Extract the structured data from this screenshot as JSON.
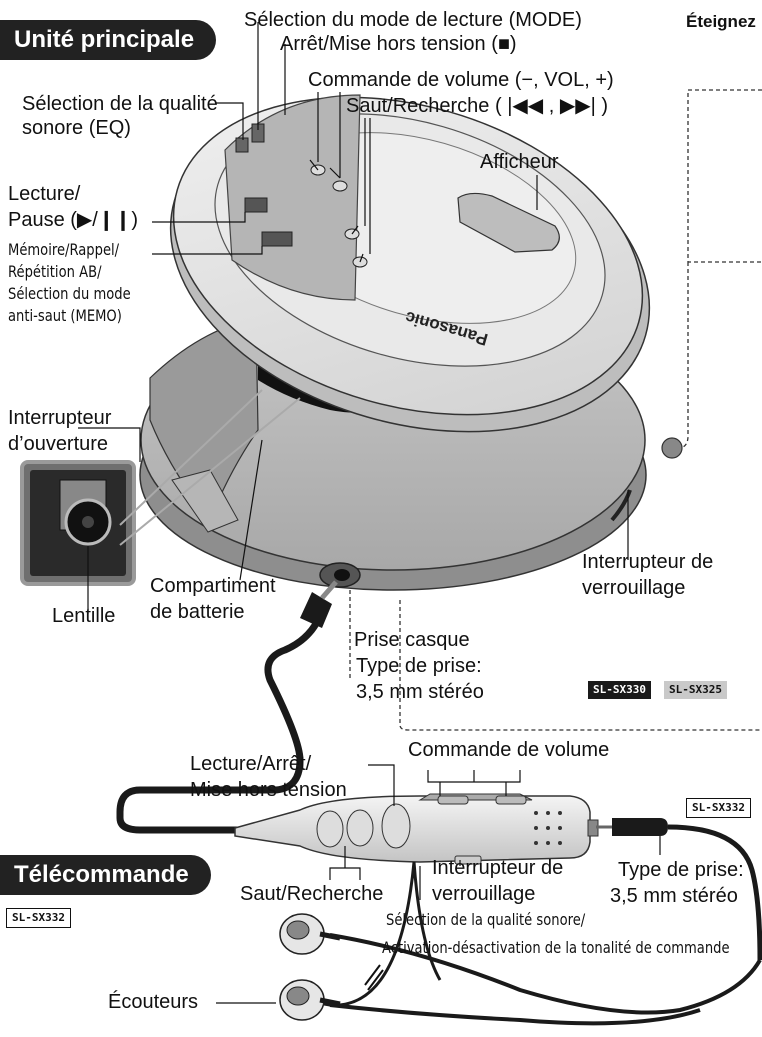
{
  "header": {
    "cut_text": "Éteignez"
  },
  "sections": {
    "main_unit": "Unité principale",
    "remote": "Télécommande"
  },
  "models": {
    "sx330": "SL-SX330",
    "sx325": "SL-SX325",
    "sx332_right": "SL-SX332",
    "sx332_left": "SL-SX332"
  },
  "brand": "Panasonic",
  "main_labels": {
    "mode": "Sélection du mode de lecture (MODE)",
    "stop": "Arrêt/Mise hors tension (■)",
    "volume": "Commande de volume (−, VOL, +)",
    "skip": "Saut/Recherche ( |◀◀ ,  ▶▶| )",
    "eq_l1": "Sélection de la qualité",
    "eq_l2": "sonore (EQ)",
    "display": "Afficheur",
    "play_l1": "Lecture/",
    "play_l2": "Pause (▶/❙❙)",
    "memo_l1": "Mémoire/Rappel/",
    "memo_l2": "Répétition AB/",
    "memo_l3": "Sélection du mode",
    "memo_l4": "anti-saut (MEMO)",
    "open_l1": "Interrupteur",
    "open_l2": "d’ouverture",
    "battery_l1": "Compartiment",
    "battery_l2": "de batterie",
    "lens": "Lentille",
    "hold_l1": "Interrupteur de",
    "hold_l2": "verrouillage",
    "jack_l1": "Prise casque",
    "jack_l2": "Type de prise:",
    "jack_l3": "3,5 mm stéréo"
  },
  "remote_labels": {
    "volume": "Commande de volume",
    "play_l1": "Lecture/Arrêt/",
    "play_l2": "Mise hors tension",
    "skip": "Saut/Recherche",
    "hold_l1": "Interrupteur de",
    "hold_l2": "verrouillage",
    "plug_l1": "Type de prise:",
    "plug_l2": "3,5 mm stéréo",
    "eq_l1": "Sélection de la qualité sonore/",
    "eq_l2": "Activation-désactivation de la tonalité de commande",
    "earphones": "Écouteurs"
  },
  "colors": {
    "body_light": "#e6e6e6",
    "body_mid": "#cfcfcf",
    "body_dark": "#9a9a9a",
    "ink": "#111111",
    "cord": "#1a1a1a"
  }
}
